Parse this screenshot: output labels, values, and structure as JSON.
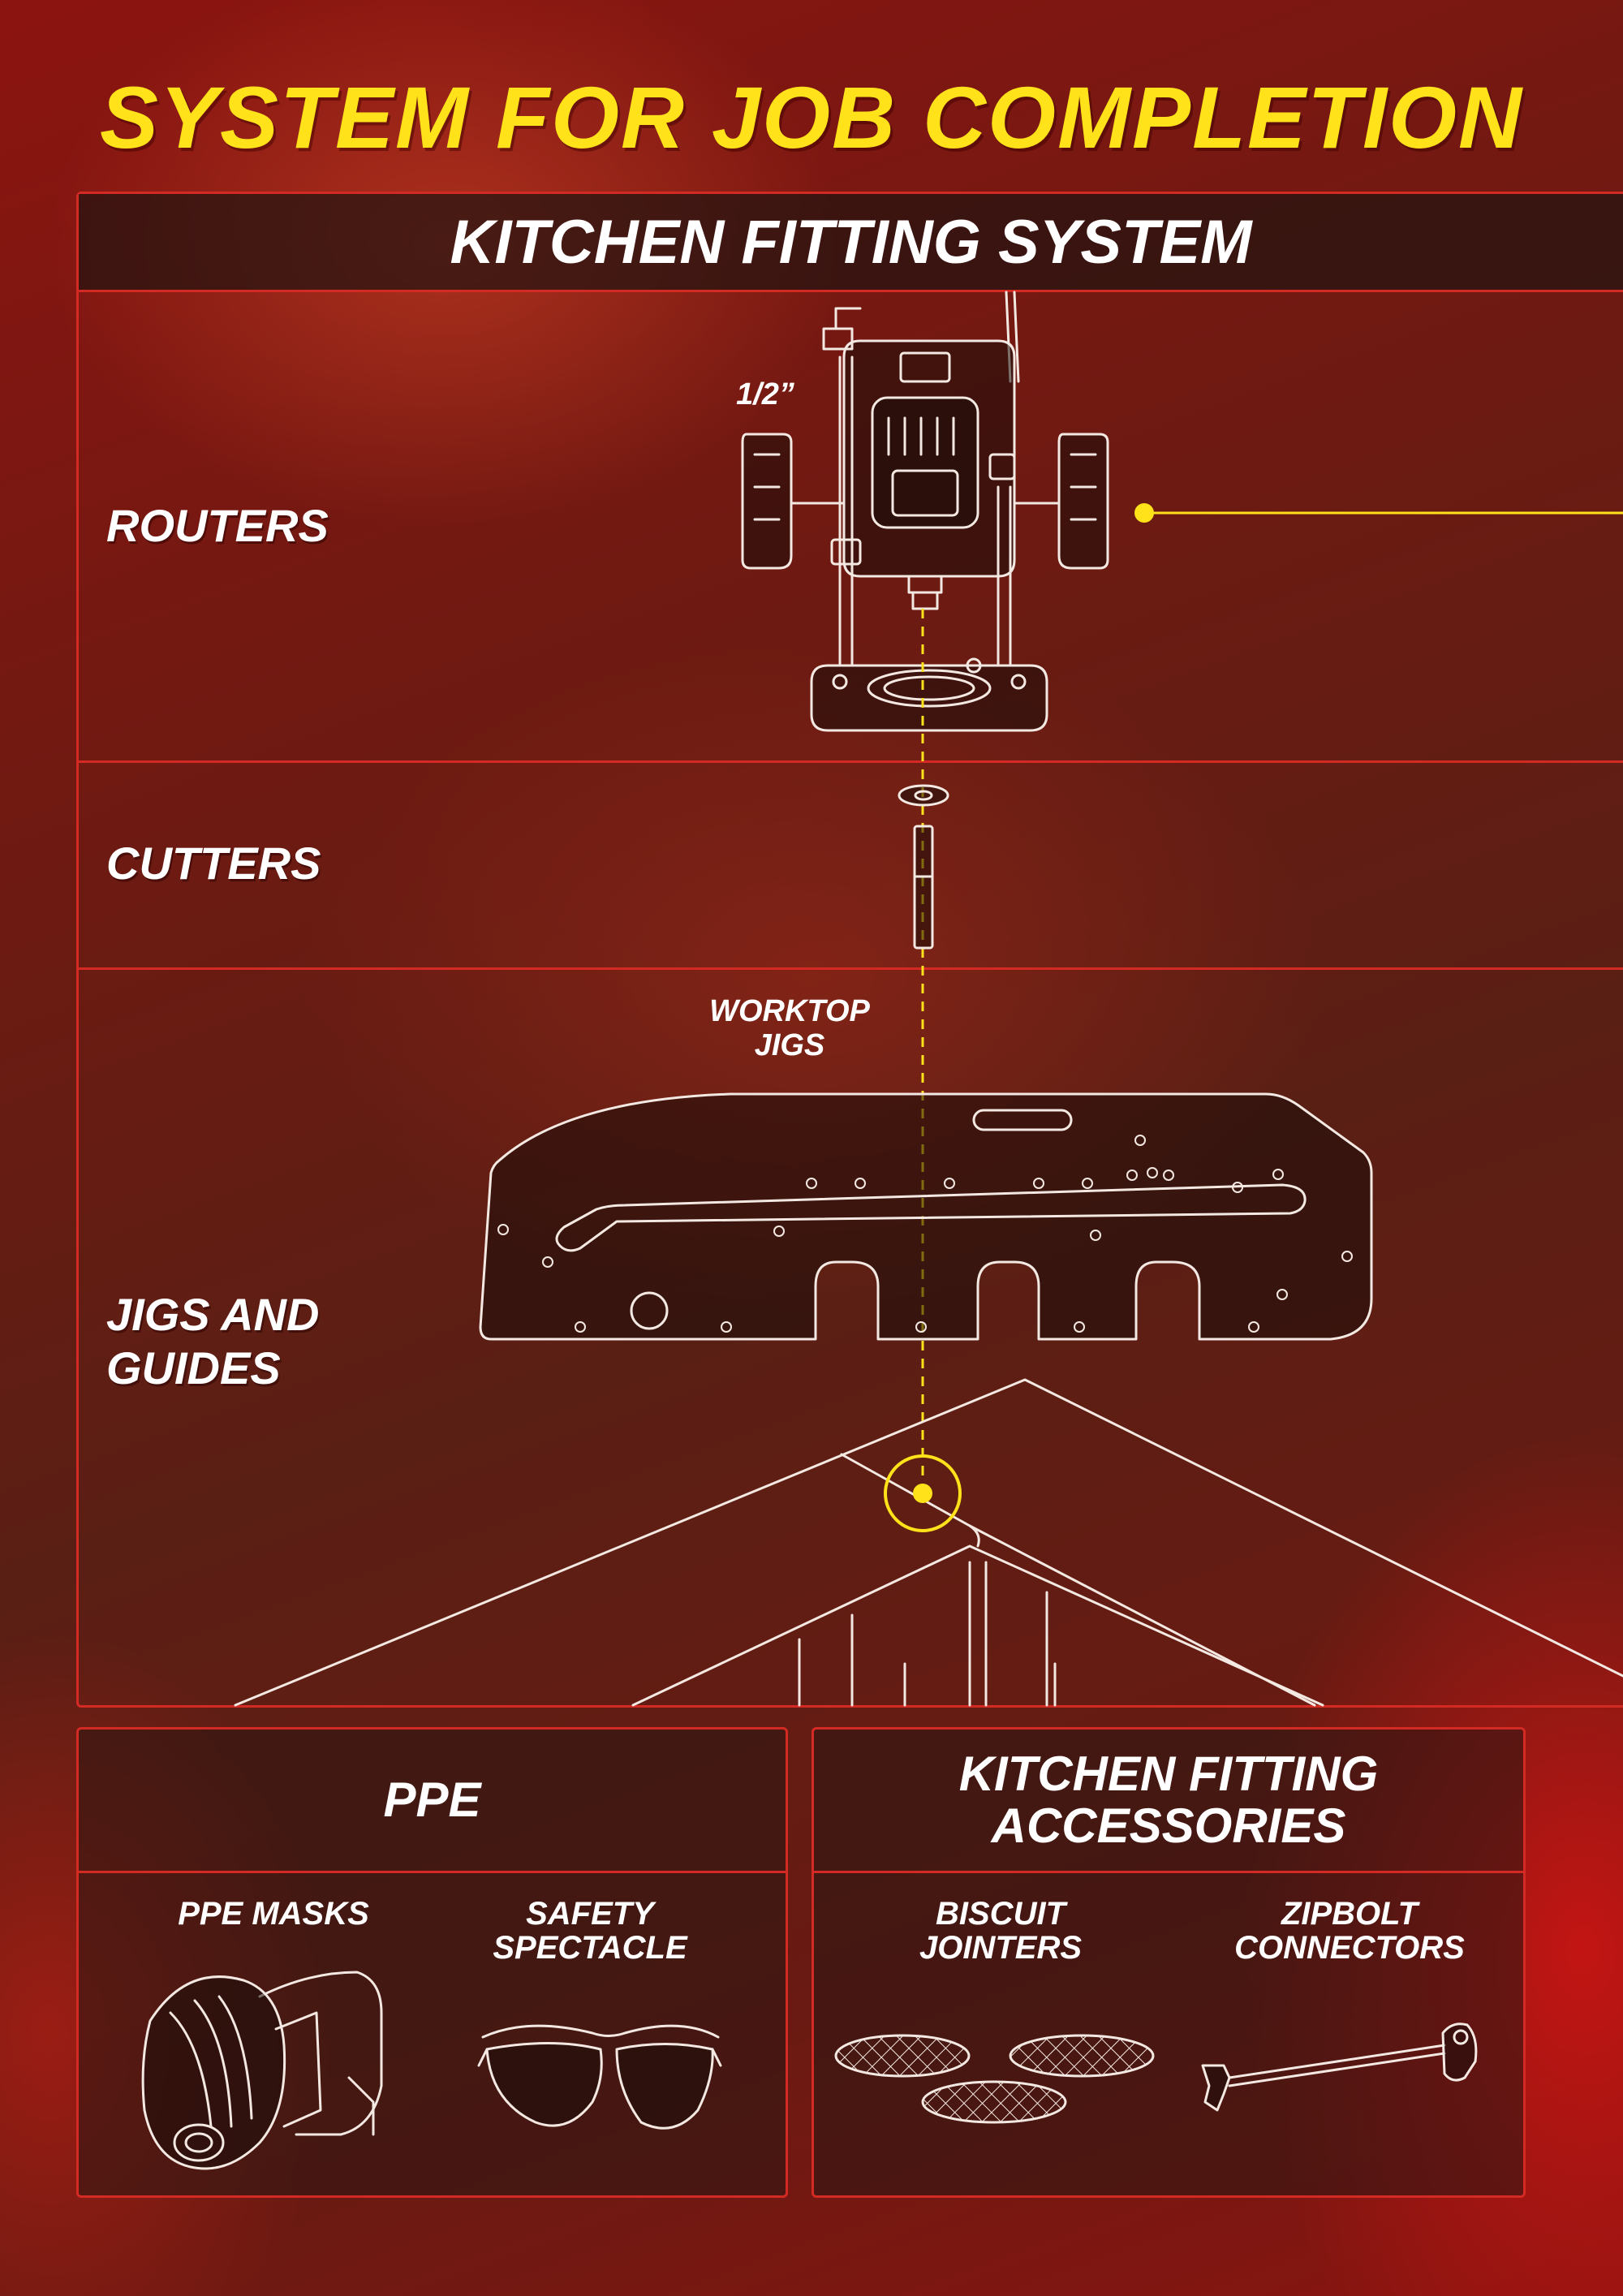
{
  "headline": "SYSTEM FOR JOB COMPLETION",
  "main": {
    "title": "KITCHEN FITTING SYSTEM",
    "rows": [
      {
        "label": "ROUTERS"
      },
      {
        "label": "CUTTERS"
      },
      {
        "label": "JIGS AND\nGUIDES"
      }
    ],
    "router_size": "1/2”",
    "worktop_jigs": "WORKTOP\nJIGS"
  },
  "ppe": {
    "title": "PPE",
    "items": [
      {
        "label": "PPE MASKS",
        "icon": "mask-icon"
      },
      {
        "label": "SAFETY\nSPECTACLE",
        "icon": "safety-glasses-icon"
      }
    ]
  },
  "accessories": {
    "title": "KITCHEN FITTING\nACCESSORIES",
    "items": [
      {
        "label": "BISCUIT\nJOINTERS",
        "icon": "biscuit-icon"
      },
      {
        "label": "ZIPBOLT\nCONNECTORS",
        "icon": "zipbolt-icon"
      }
    ]
  },
  "colors": {
    "headline": "#ffe21a",
    "accent_yellow": "#ffe21a",
    "border_red": "#d42a24",
    "band_dark": "#231410"
  }
}
